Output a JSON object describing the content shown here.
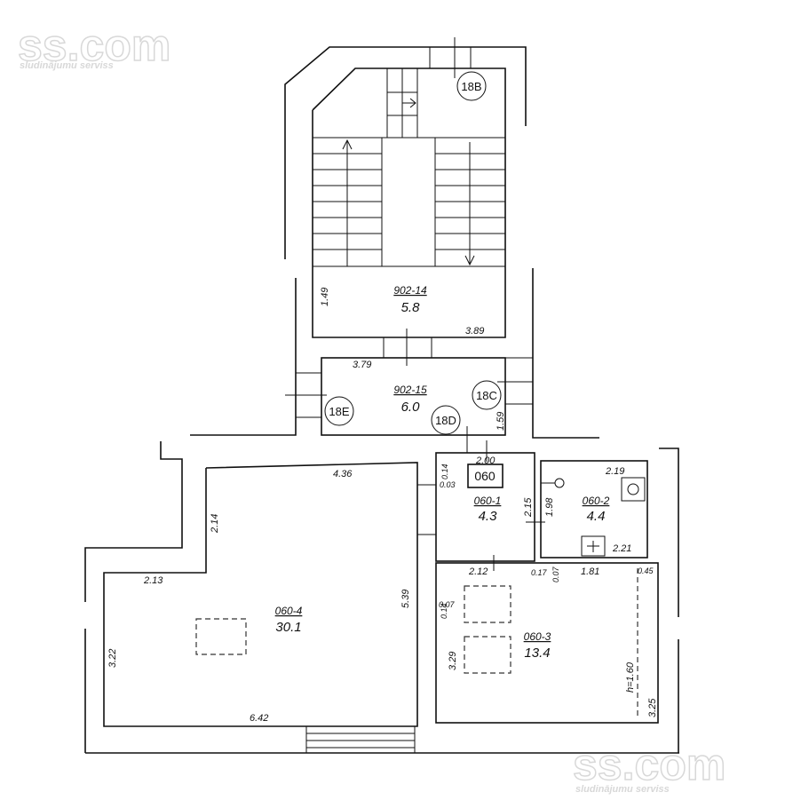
{
  "watermark": {
    "logo": "ss.com",
    "tagline": "sludinājumu serviss"
  },
  "rooms": [
    {
      "id": "902-14",
      "area": "5.8"
    },
    {
      "id": "902-15",
      "area": "6.0"
    },
    {
      "id": "060-1",
      "area": "4.3"
    },
    {
      "id": "060-2",
      "area": "4.4"
    },
    {
      "id": "060-3",
      "area": "13.4"
    },
    {
      "id": "060-4",
      "area": "30.1"
    }
  ],
  "apartment_label": "060",
  "markers": [
    "18B",
    "18C",
    "18D",
    "18E"
  ],
  "dimensions": [
    "1.49",
    "3.89",
    "3.79",
    "1.59",
    "4.36",
    "2.14",
    "2.13",
    "5.39",
    "3.22",
    "6.42",
    "2.00",
    "0.14",
    "0.03",
    "2.15",
    "1.98",
    "2.19",
    "2.21",
    "2.12",
    "0.17",
    "0.07",
    "1.81",
    "0.45",
    "0.07",
    "0.14",
    "3.29",
    "h=1.60",
    "3.25"
  ]
}
